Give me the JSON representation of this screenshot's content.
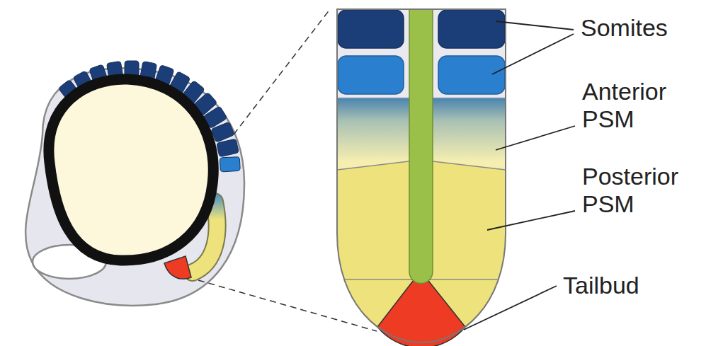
{
  "diagram": {
    "labels": [
      "Somites",
      "Anterior PSM",
      "Posterior PSM",
      "Tailbud"
    ]
  }
}
